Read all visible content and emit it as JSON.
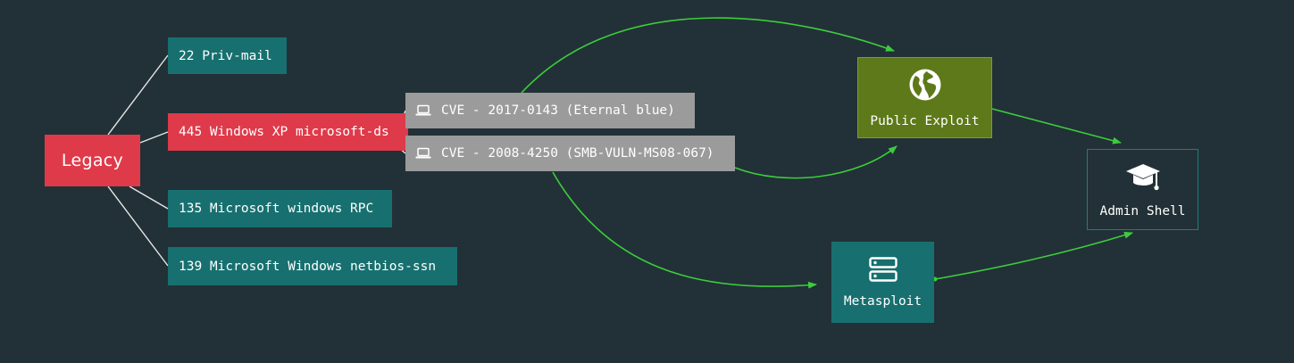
{
  "diagram": {
    "root": {
      "label": "Legacy"
    },
    "ports": [
      {
        "id": "priv-mail",
        "label": "22 Priv-mail"
      },
      {
        "id": "microsoft-ds",
        "label": "445 Windows XP microsoft-ds"
      },
      {
        "id": "rpc",
        "label": "135 Microsoft windows RPC"
      },
      {
        "id": "netbios",
        "label": "139 Microsoft Windows netbios-ssn"
      }
    ],
    "vulns": [
      {
        "id": "eternal-blue",
        "label": "CVE - 2017-0143 (Eternal blue)",
        "icon": "laptop-icon"
      },
      {
        "id": "ms08-067",
        "label": "CVE - 2008-4250 (SMB-VULN-MS08-067)",
        "icon": "laptop-icon"
      }
    ],
    "public_exploit": {
      "label": "Public Exploit",
      "icon": "globe-icon"
    },
    "metasploit": {
      "label": "Metasploit",
      "icon": "server-icon"
    },
    "admin_shell": {
      "label": "Admin Shell",
      "icon": "graduation-cap-icon"
    }
  },
  "colors": {
    "background": "#223137",
    "teal": "#17706f",
    "red": "#df3a4a",
    "grey": "#9b9b9b",
    "olive": "#5e7919",
    "edge_white": "#e6e6e6",
    "edge_green": "#3ccd3c"
  }
}
